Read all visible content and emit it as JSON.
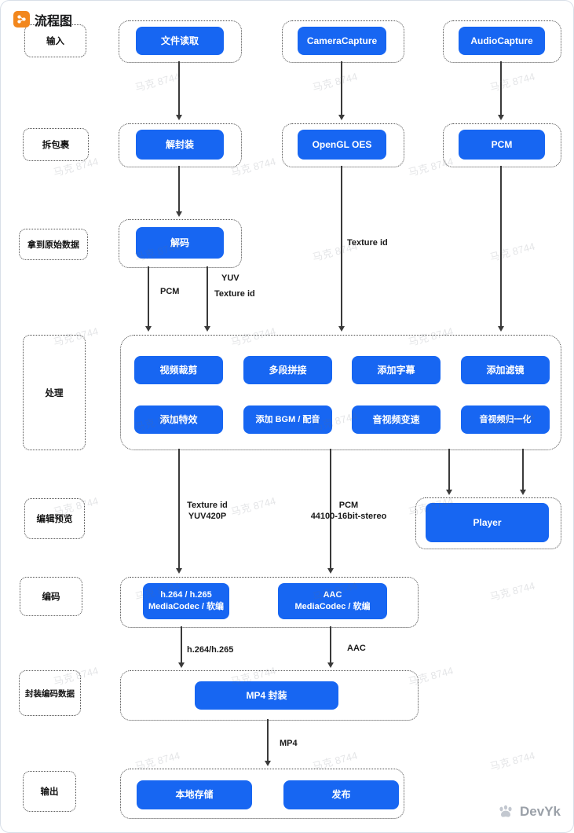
{
  "header": {
    "title": "流程图"
  },
  "stages": {
    "input": "输入",
    "unpack": "拆包裹",
    "raw": "拿到原始数据",
    "process": "处理",
    "preview": "编辑预览",
    "encode": "编码",
    "mux": "封装编码数据",
    "output": "输出"
  },
  "nodes": {
    "file_read": "文件读取",
    "camera_capture": "CameraCapture",
    "audio_capture": "AudioCapture",
    "demux": "解封装",
    "opengl_oes": "OpenGL OES",
    "pcm": "PCM",
    "decode": "解码",
    "video_crop": "视频裁剪",
    "multi_splice": "多段拼接",
    "add_subtitle": "添加字幕",
    "add_filter": "添加滤镜",
    "add_effect": "添加特效",
    "add_bgm": "添加 BGM / 配音",
    "av_speed": "音视频变速",
    "av_normalize": "音视频归一化",
    "player": "Player",
    "video_encoder_line1": "h.264 / h.265",
    "video_encoder_line2": "MediaCodec / 软编",
    "audio_encoder_line1": "AAC",
    "audio_encoder_line2": "MediaCodec / 软编",
    "mp4_mux": "MP4 封装",
    "local_store": "本地存储",
    "publish": "发布"
  },
  "edge_labels": {
    "pcm": "PCM",
    "yuv": "YUV",
    "texture_id": "Texture id",
    "texture_id_mid": "Texture id",
    "texture_yuv_line1": "Texture id",
    "texture_yuv_line2": "YUV420P",
    "pcm_stereo_line1": "PCM",
    "pcm_stereo_line2": "44100-16bit-stereo",
    "h264_h265": "h.264/h.265",
    "aac": "AAC",
    "mp4": "MP4"
  },
  "watermark": {
    "text": "马克 8744",
    "brand": "DevYk"
  },
  "colors": {
    "accent_blue": "#1766f2",
    "icon_orange": "#f2871d"
  }
}
